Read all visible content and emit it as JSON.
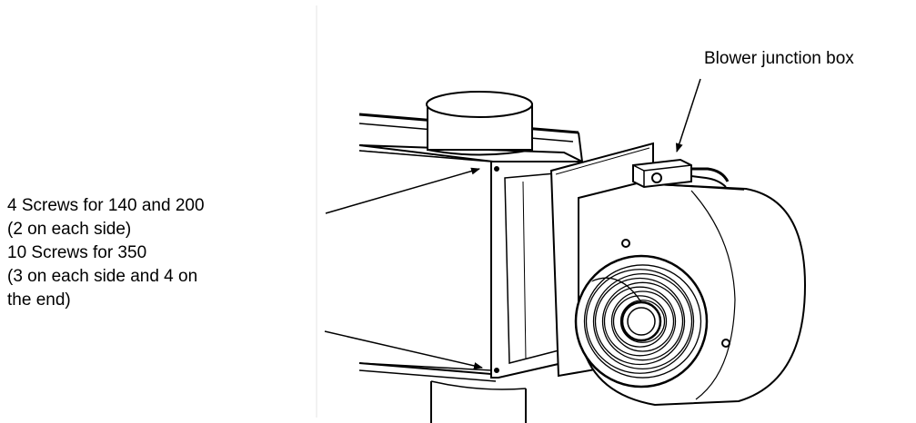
{
  "labels": {
    "blower_junction_box": "Blower junction box",
    "screws": [
      "4 Screws for 140 and 200",
      "(2 on each side)",
      "10 Screws for 350",
      "(3 on each side and 4 on",
      "the end)"
    ]
  },
  "colors": {
    "line": "#000000",
    "background": "#ffffff"
  }
}
